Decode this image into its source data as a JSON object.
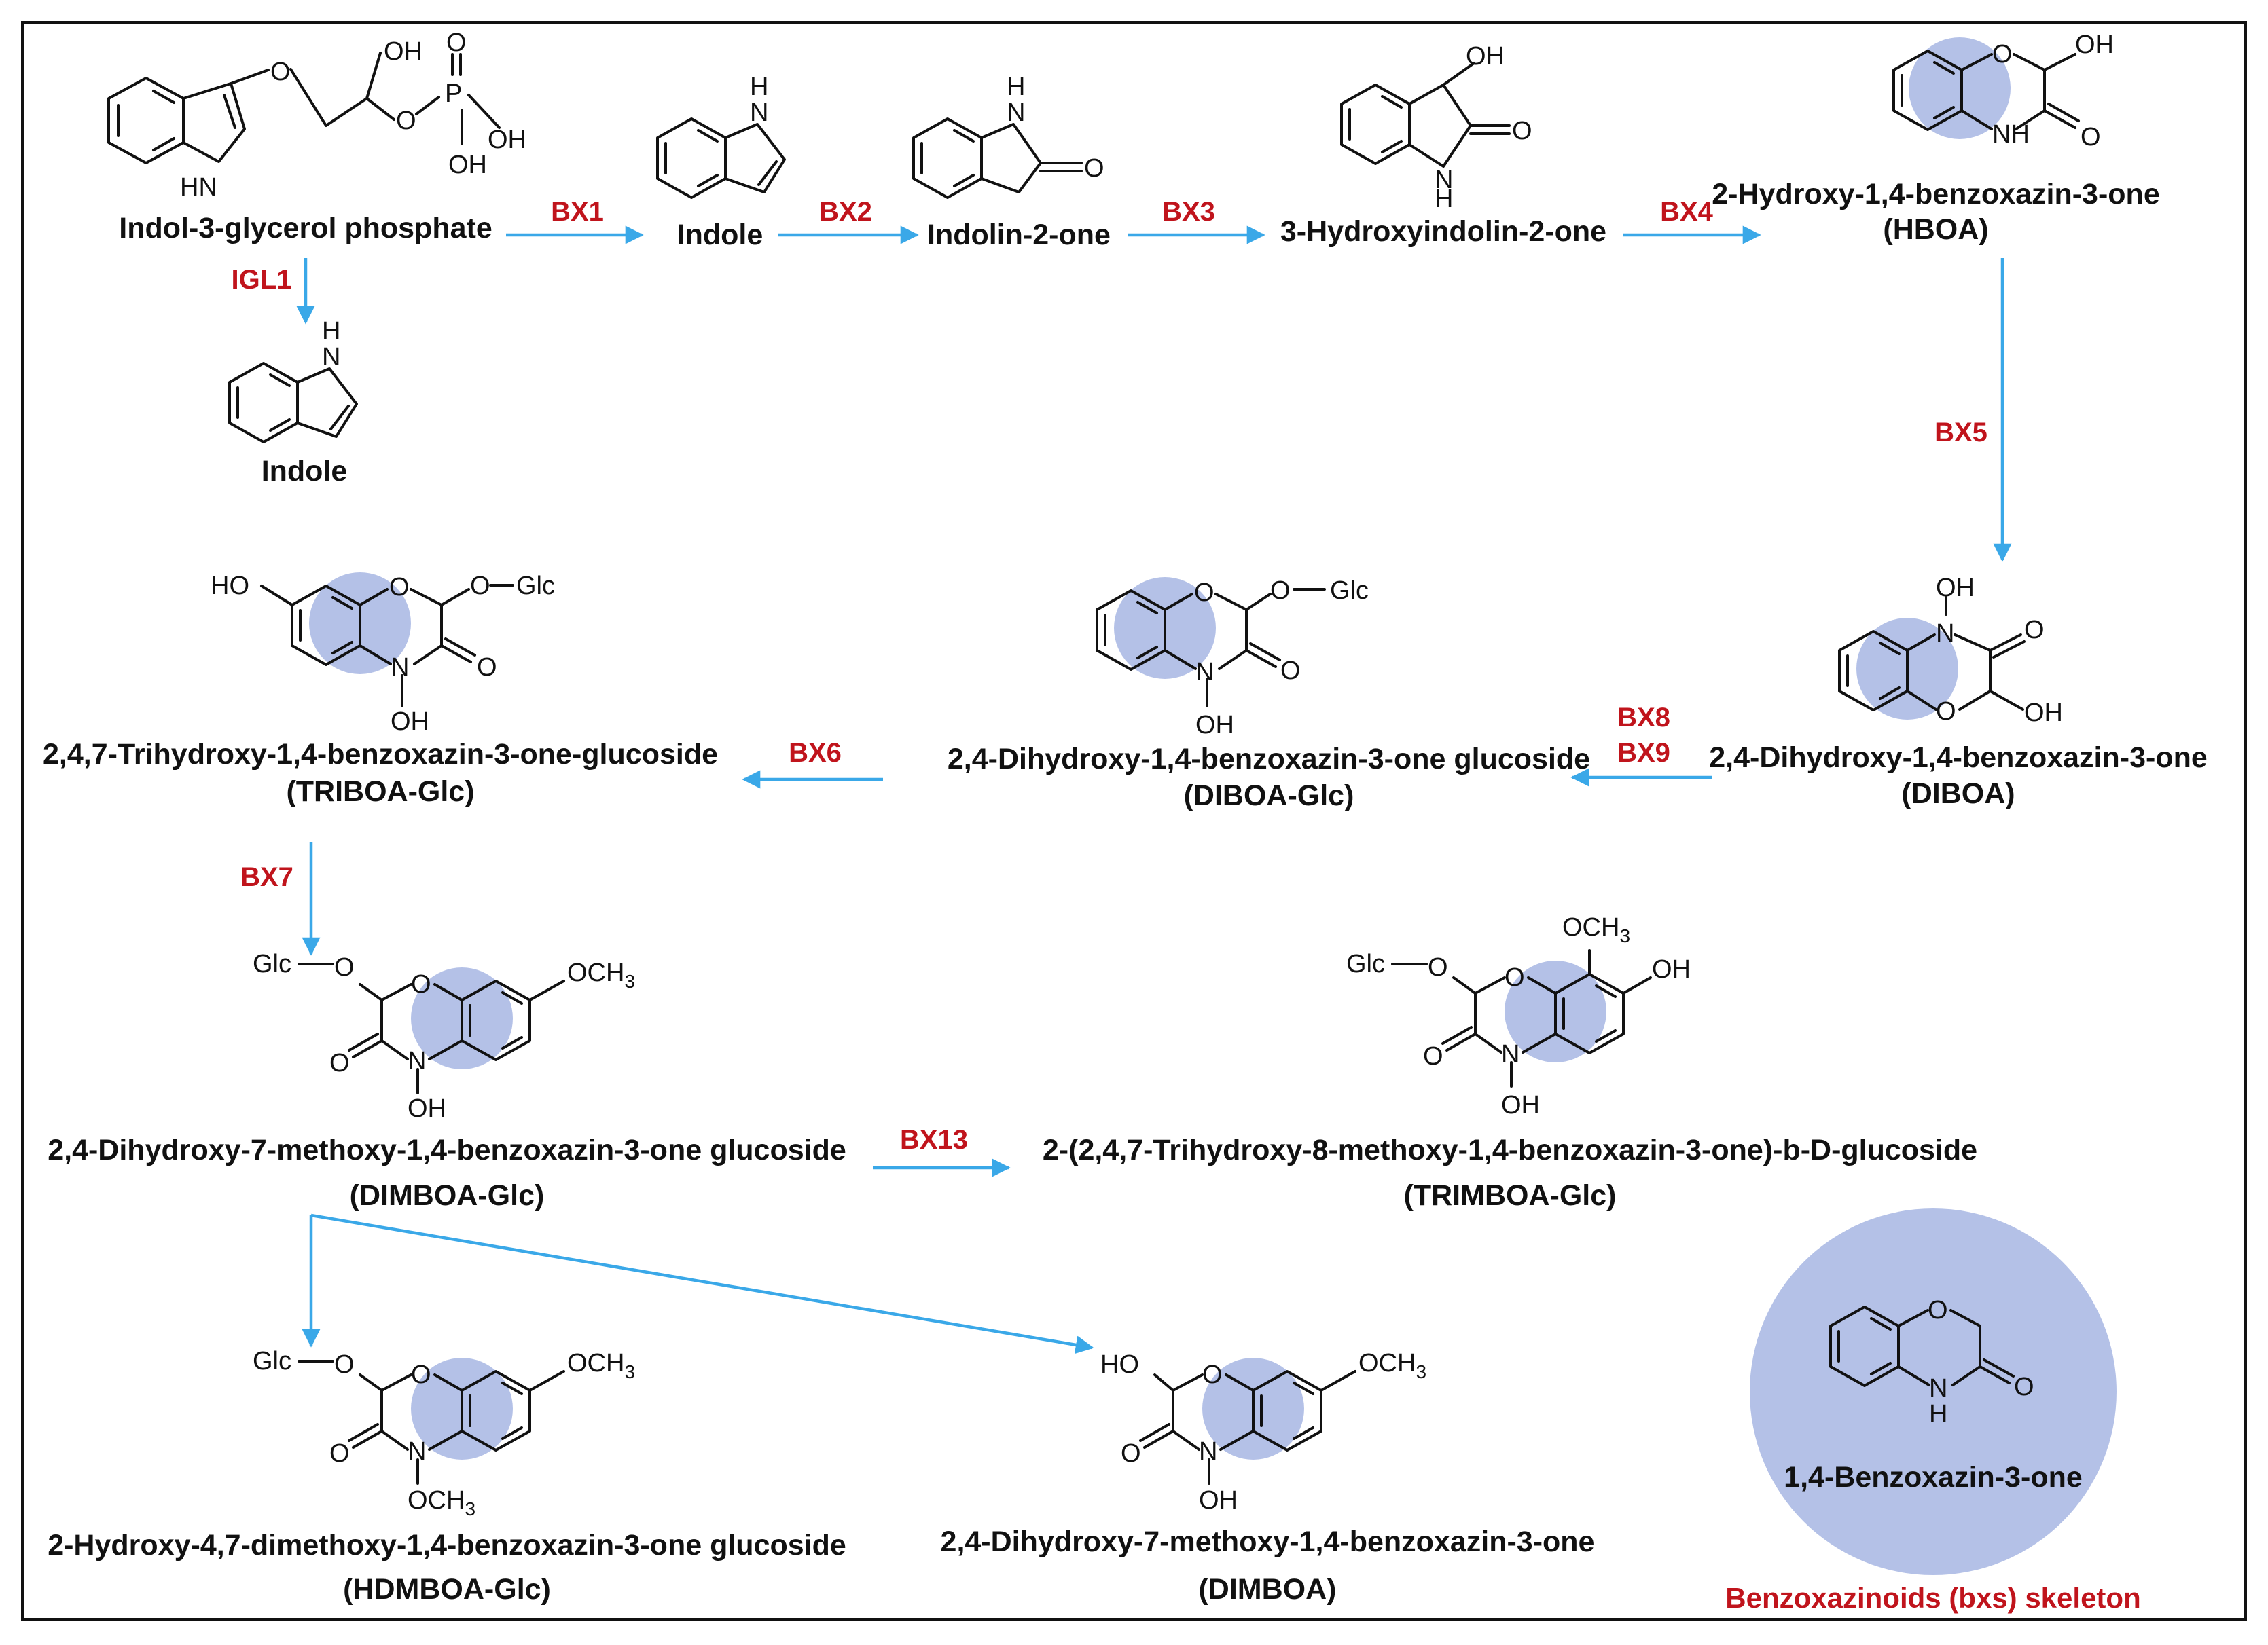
{
  "colors": {
    "arrow": "#3aa8e8",
    "enzyme_text": "#c0141c",
    "highlight_disk": "#aab8e4",
    "label_text": "#111111",
    "frame": "#111111"
  },
  "compounds": {
    "igp": "Indol-3-glycerol phosphate",
    "indole_a": "Indole",
    "indole_b": "Indole",
    "indolinone": "Indolin-2-one",
    "hydroxyindolinone": "3-Hydroxyindolin-2-one",
    "hboa_name": "2-Hydroxy-1,4-benzoxazin-3-one",
    "hboa_abbr": "(HBOA)",
    "diboa_name": "2,4-Dihydroxy-1,4-benzoxazin-3-one",
    "diboa_abbr": "(DIBOA)",
    "diboa_glc_name": "2,4-Dihydroxy-1,4-benzoxazin-3-one glucoside",
    "diboa_glc_abbr": "(DIBOA-Glc)",
    "triboa_glc_name": "2,4,7-Trihydroxy-1,4-benzoxazin-3-one-glucoside",
    "triboa_glc_abbr": "(TRIBOA-Glc)",
    "dimboa_glc_name": "2,4-Dihydroxy-7-methoxy-1,4-benzoxazin-3-one glucoside",
    "dimboa_glc_abbr": "(DIMBOA-Glc)",
    "trimboa_glc_name": "2-(2,4,7-Trihydroxy-8-methoxy-1,4-benzoxazin-3-one)-b-D-glucoside",
    "trimboa_glc_abbr": "(TRIMBOA-Glc)",
    "hdmboa_glc_name": "2-Hydroxy-4,7-dimethoxy-1,4-benzoxazin-3-one glucoside",
    "hdmboa_glc_abbr": "(HDMBOA-Glc)",
    "dimboa_name": "2,4-Dihydroxy-7-methoxy-1,4-benzoxazin-3-one",
    "dimboa_abbr": "(DIMBOA)"
  },
  "enzymes": {
    "igl1": "IGL1",
    "bx1": "BX1",
    "bx2": "BX2",
    "bx3": "BX3",
    "bx4": "BX4",
    "bx5": "BX5",
    "bx8": "BX8",
    "bx9": "BX9",
    "bx6": "BX6",
    "bx7": "BX7",
    "bx13": "BX13"
  },
  "skeleton": {
    "name": "1,4-Benzoxazin-3-one",
    "caption": "Benzoxazinoids (bxs) skeleton"
  },
  "atoms": {
    "oh": "OH",
    "o": "O",
    "n": "N",
    "h": "H",
    "nh": "NH",
    "hn": "HN",
    "p": "P",
    "glc": "Glc",
    "och3": "OCH3",
    "ho": "HO"
  }
}
